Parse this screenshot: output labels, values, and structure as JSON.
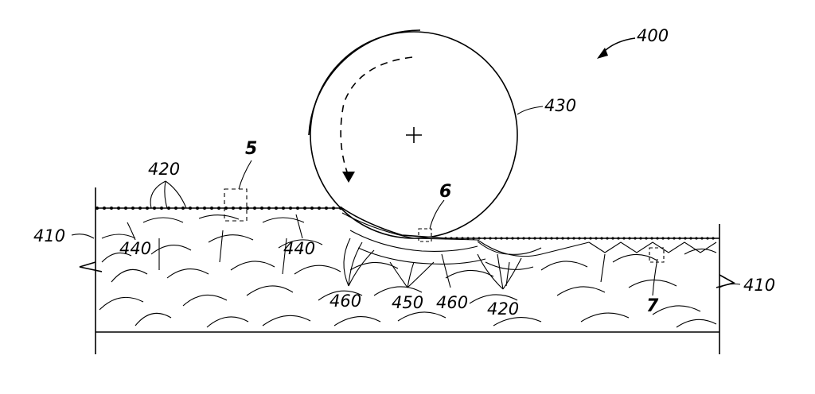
{
  "figure_ref": "400",
  "labels": {
    "roller": "430",
    "substrate_left": "410",
    "substrate_right": "410",
    "particles_top": "420",
    "particles_bottom": "420",
    "grain_a": "440",
    "grain_b": "440",
    "region_a": "460",
    "region_b": "460",
    "region_mid": "450",
    "detail_5": "5",
    "detail_6": "6",
    "detail_7": "7"
  }
}
